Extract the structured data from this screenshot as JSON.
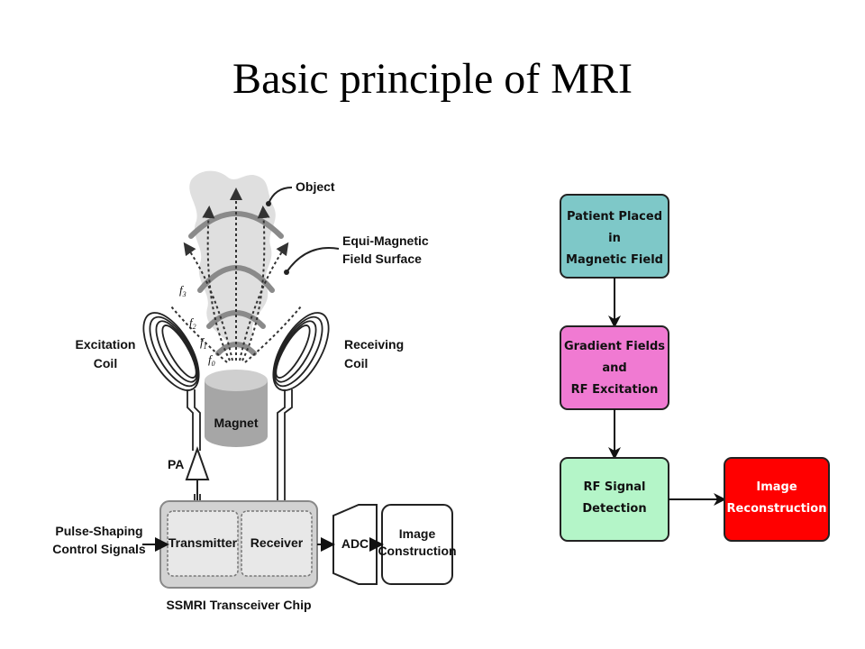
{
  "slide": {
    "title": "Basic principle of MRI"
  },
  "left_diagram": {
    "labels": {
      "object": "Object",
      "equi_magnetic_1": "Equi-Magnetic",
      "equi_magnetic_2": "Field Surface",
      "excitation_1": "Excitation",
      "excitation_2": "Coil",
      "receiving_1": "Receiving",
      "receiving_2": "Coil",
      "magnet": "Magnet",
      "pa": "PA",
      "pulse_1": "Pulse-Shaping",
      "pulse_2": "Control Signals",
      "transmitter": "Transmitter",
      "receiver": "Receiver",
      "adc": "ADC",
      "image_construction_1": "Image",
      "image_construction_2": "Construction",
      "chip": "SSMRI Transceiver Chip"
    },
    "frequencies": [
      "f3",
      "f2",
      "f1",
      "f0"
    ]
  },
  "flowchart": {
    "colors": {
      "patient": "#7ec8c8",
      "gradient": "#f07ad2",
      "detection": "#b4f5c8",
      "reconstruction": "#ff0000"
    },
    "patient": [
      "Patient Placed",
      "in",
      "Magnetic Field"
    ],
    "gradient": [
      "Gradient Fields",
      "and",
      "RF Excitation"
    ],
    "detection": [
      "RF Signal",
      "Detection"
    ],
    "reconstruction": [
      "Image",
      "Reconstruction"
    ]
  }
}
